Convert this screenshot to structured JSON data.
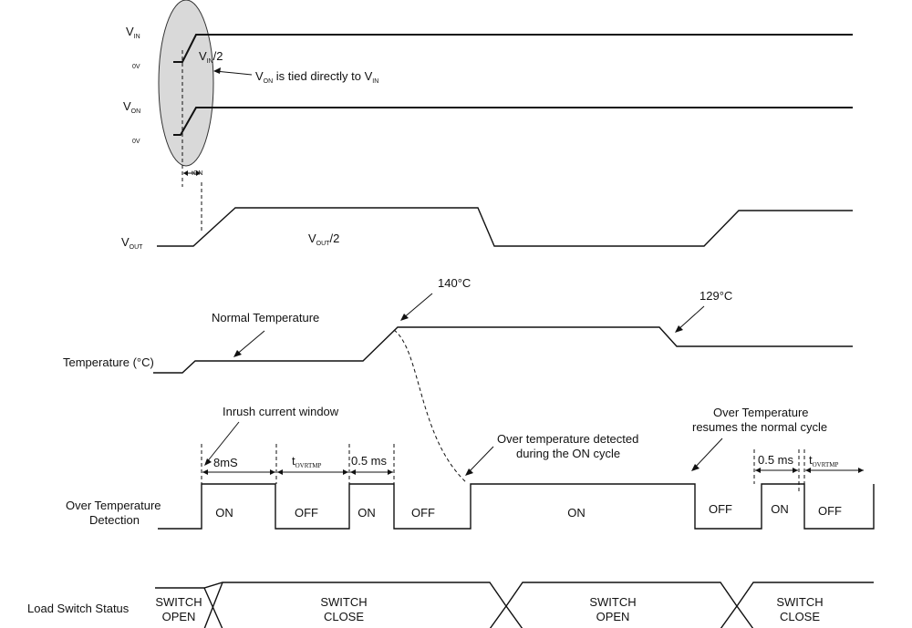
{
  "signals": {
    "vin": {
      "main": "V",
      "sub": "IN"
    },
    "vin_zero": "0V",
    "vin_half": {
      "main": "V",
      "sub": "IN",
      "suffix": "/2"
    },
    "von": {
      "main": "V",
      "sub": "ON"
    },
    "von_zero": "0V",
    "von_note": {
      "pre": "V",
      "sub1": "ON",
      "mid": " is tied directly to V",
      "sub2": "IN"
    },
    "ton_label": {
      "main": "t",
      "sub": "ON"
    },
    "vout": {
      "main": "V",
      "sub": "OUT"
    },
    "vout_half": {
      "main": "V",
      "sub": "OUT",
      "suffix": "/2"
    }
  },
  "temperature": {
    "axis_label": "Temperature (°C)",
    "normal_label": "Normal Temperature",
    "peak_label": "140°C",
    "recover_label": "129°C"
  },
  "detection": {
    "axis_label_line1": "Over Temperature",
    "axis_label_line2": "Detection",
    "inrush_label": "Inrush current window",
    "inrush_duration": "8mS",
    "t_ovrtmp_1": {
      "main": "t",
      "sub": "OVRTMP"
    },
    "half_ms_1": "0.5 ms",
    "half_ms_2": "0.5 ms",
    "t_ovrtmp_2": {
      "main": "t",
      "sub": "OVRTMP"
    },
    "detected_line1": "Over temperature detected",
    "detected_line2": "during the ON cycle",
    "resumes_line1": "Over Temperature",
    "resumes_line2": "resumes the normal cycle",
    "states": [
      "ON",
      "OFF",
      "ON",
      "OFF",
      "ON",
      "OFF",
      "ON",
      "OFF"
    ]
  },
  "load_switch": {
    "axis_label": "Load Switch Status",
    "segments": [
      {
        "line1": "SWITCH",
        "line2": "OPEN"
      },
      {
        "line1": "SWITCH",
        "line2": "CLOSE"
      },
      {
        "line1": "SWITCH",
        "line2": "OPEN"
      },
      {
        "line1": "SWITCH",
        "line2": "CLOSE"
      }
    ]
  }
}
